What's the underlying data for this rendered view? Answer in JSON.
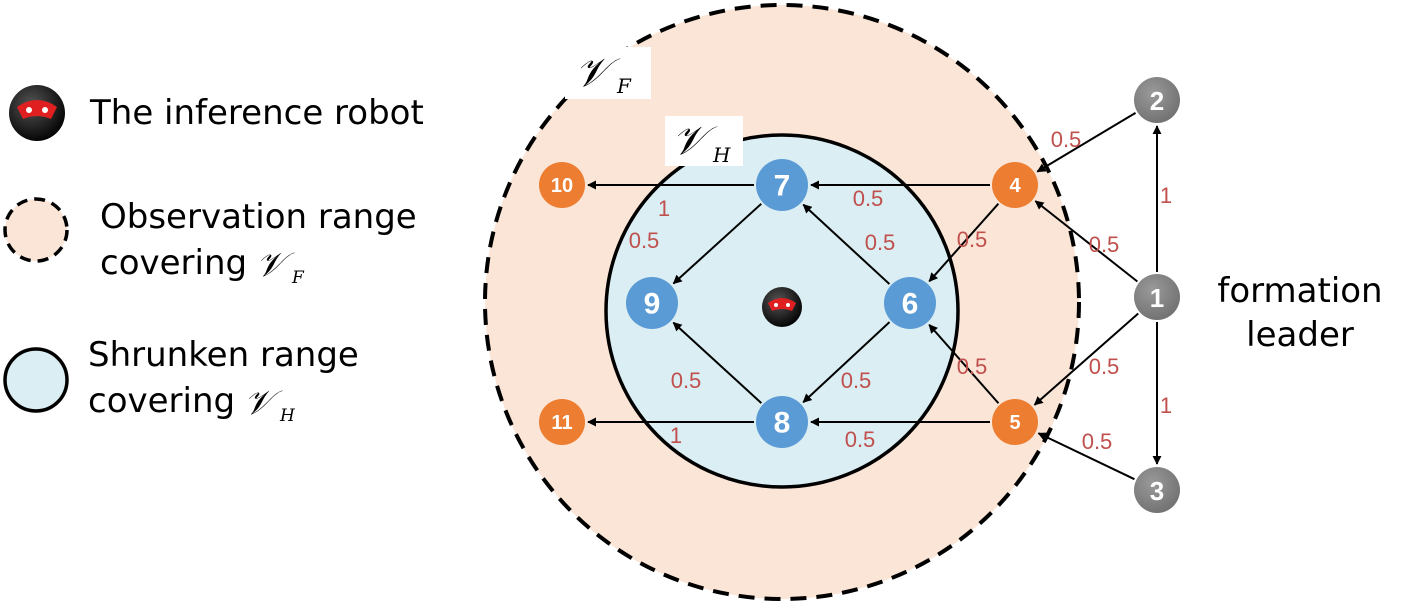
{
  "legend": {
    "robot_label": "The inference robot",
    "observation_line1": "Observation range",
    "observation_line2": "covering",
    "shrunken_line1": "Shrunken range",
    "shrunken_line2": "covering",
    "math_F": "𝒱",
    "math_F_sub": "F",
    "math_H": "𝒱",
    "math_H_sub": "H"
  },
  "region_labels": {
    "outer": "𝒱",
    "outer_sub": "F",
    "inner": "𝒱",
    "inner_sub": "H"
  },
  "leader_label": [
    "formation",
    "leader"
  ],
  "colors": {
    "gray_node": "#808080",
    "orange_node": "#ed7d31",
    "blue_node": "#5b9bd5",
    "outer_fill": "#fbe5d6",
    "inner_fill": "#daeef3",
    "edge_label": "#c0504d"
  },
  "nodes": [
    {
      "id": "1",
      "group": "gray"
    },
    {
      "id": "2",
      "group": "gray"
    },
    {
      "id": "3",
      "group": "gray"
    },
    {
      "id": "4",
      "group": "orange"
    },
    {
      "id": "5",
      "group": "orange"
    },
    {
      "id": "6",
      "group": "blue"
    },
    {
      "id": "7",
      "group": "blue"
    },
    {
      "id": "8",
      "group": "blue"
    },
    {
      "id": "9",
      "group": "blue"
    },
    {
      "id": "10",
      "group": "orange"
    },
    {
      "id": "11",
      "group": "orange"
    }
  ],
  "edges": [
    {
      "from": "1",
      "to": "2",
      "weight": "1"
    },
    {
      "from": "1",
      "to": "3",
      "weight": "1"
    },
    {
      "from": "2",
      "to": "4",
      "weight": "0.5"
    },
    {
      "from": "1",
      "to": "4",
      "weight": "0.5"
    },
    {
      "from": "1",
      "to": "5",
      "weight": "0.5"
    },
    {
      "from": "3",
      "to": "5",
      "weight": "0.5"
    },
    {
      "from": "4",
      "to": "7",
      "weight": "0.5"
    },
    {
      "from": "4",
      "to": "6",
      "weight": "0.5"
    },
    {
      "from": "6",
      "to": "7",
      "weight": "0.5"
    },
    {
      "from": "5",
      "to": "6",
      "weight": "0.5"
    },
    {
      "from": "5",
      "to": "8",
      "weight": "0.5"
    },
    {
      "from": "6",
      "to": "8",
      "weight": "0.5"
    },
    {
      "from": "7",
      "to": "9",
      "weight": "0.5"
    },
    {
      "from": "8",
      "to": "9",
      "weight": "0.5"
    },
    {
      "from": "7",
      "to": "10",
      "weight": "1"
    },
    {
      "from": "8",
      "to": "11",
      "weight": "1"
    }
  ]
}
